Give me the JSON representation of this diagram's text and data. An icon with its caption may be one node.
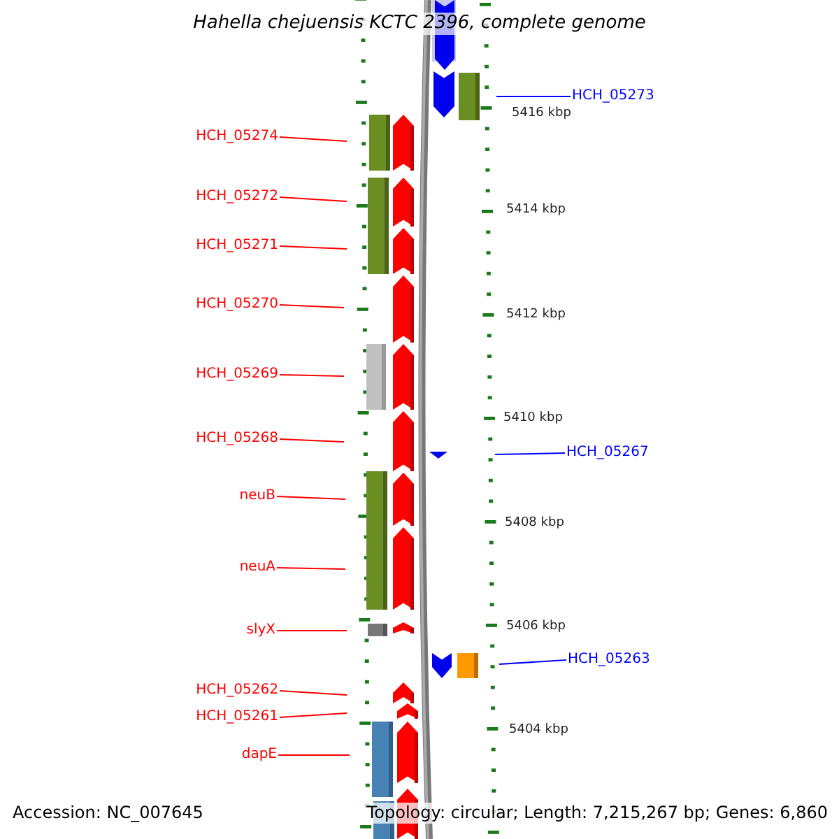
{
  "diagram": {
    "title": "Hahella chejuensis KCTC 2396, complete genome",
    "nodes": [
      {
        "text": [
          "HCH_05273"
        ]
      },
      {
        "text": [
          "HCH_05274"
        ]
      },
      {
        "text": [
          "HCH_05272"
        ]
      },
      {
        "text": [
          "HCH_05271"
        ]
      },
      {
        "text": [
          "HCH_05270"
        ]
      },
      {
        "text": [
          "HCH_05269"
        ]
      },
      {
        "text": [
          "HCH_05268"
        ]
      },
      {
        "text": [
          "HCH_05267"
        ]
      },
      {
        "text": [
          "neuB"
        ]
      },
      {
        "text": [
          "neuA"
        ]
      },
      {
        "text": [
          "slyX"
        ]
      },
      {
        "text": [
          "HCH_05263"
        ]
      },
      {
        "text": [
          "HCH_05262"
        ]
      },
      {
        "text": [
          "HCH_05261"
        ]
      },
      {
        "text": [
          "dapE"
        ]
      }
    ],
    "edges": [
      {
        "from": 0,
        "to": null,
        "arrow": "none",
        "color": "#0000ff"
      },
      {
        "from": 1,
        "to": null,
        "arrow": "none"
      },
      {
        "from": 2,
        "to": null,
        "arrow": "none"
      },
      {
        "from": 3,
        "to": null,
        "arrow": "none"
      },
      {
        "from": 4,
        "to": null,
        "arrow": "none"
      },
      {
        "from": 5,
        "to": null,
        "arrow": "none"
      },
      {
        "from": 6,
        "to": null,
        "arrow": "none"
      },
      {
        "from": 7,
        "to": null,
        "arrow": "none",
        "color": "#0000ff"
      },
      {
        "from": 8,
        "to": null,
        "arrow": "none"
      },
      {
        "from": 9,
        "to": null,
        "arrow": "none"
      },
      {
        "from": 10,
        "to": null,
        "arrow": "none"
      },
      {
        "from": 11,
        "to": null,
        "arrow": "none",
        "color": "#0000ff"
      },
      {
        "from": 12,
        "to": null,
        "arrow": "none"
      },
      {
        "from": 13,
        "to": null,
        "arrow": "none"
      },
      {
        "from": 14,
        "to": null,
        "arrow": "none"
      }
    ],
    "labels": [
      "5416 kbp",
      "5414 kbp",
      "5412 kbp",
      "5410 kbp",
      "5408 kbp",
      "5406 kbp",
      "5404 kbp",
      "Accession: NC_007645",
      "Topology: circular; Length: 7,215,267 bp; Genes: 6,860"
    ]
  }
}
